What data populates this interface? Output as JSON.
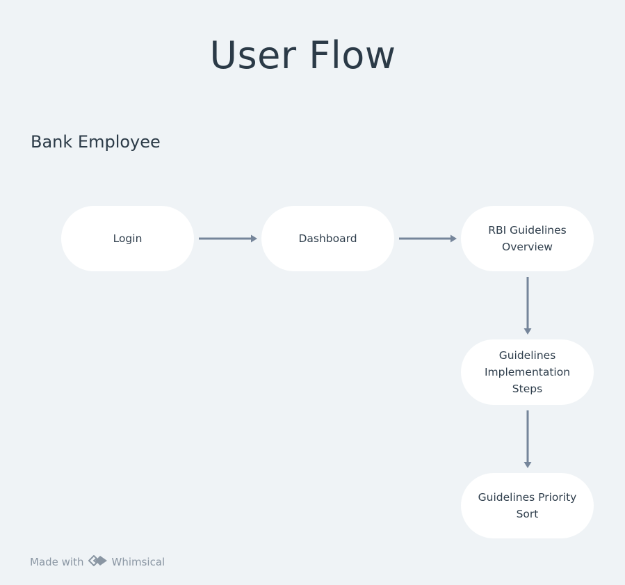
{
  "title": "User Flow",
  "actor": "Bank Employee",
  "nodes": {
    "login": {
      "lines": [
        "Login"
      ]
    },
    "dashboard": {
      "lines": [
        "Dashboard"
      ]
    },
    "rbi": {
      "lines": [
        "RBI Guidelines",
        "Overview"
      ]
    },
    "implementation": {
      "lines": [
        "Guidelines",
        "Implementation",
        "Steps"
      ]
    },
    "priority": {
      "lines": [
        "Guidelines Priority",
        "Sort"
      ]
    }
  },
  "footer": {
    "made_with": "Made with",
    "brand": "Whimsical",
    "logo_icon": "whimsical-logo-icon"
  },
  "colors": {
    "background": "#eff3f6",
    "node_fill": "#ffffff",
    "arrow": "#75859a",
    "text": "#2b3a47",
    "footer_text": "#8a96a3"
  }
}
